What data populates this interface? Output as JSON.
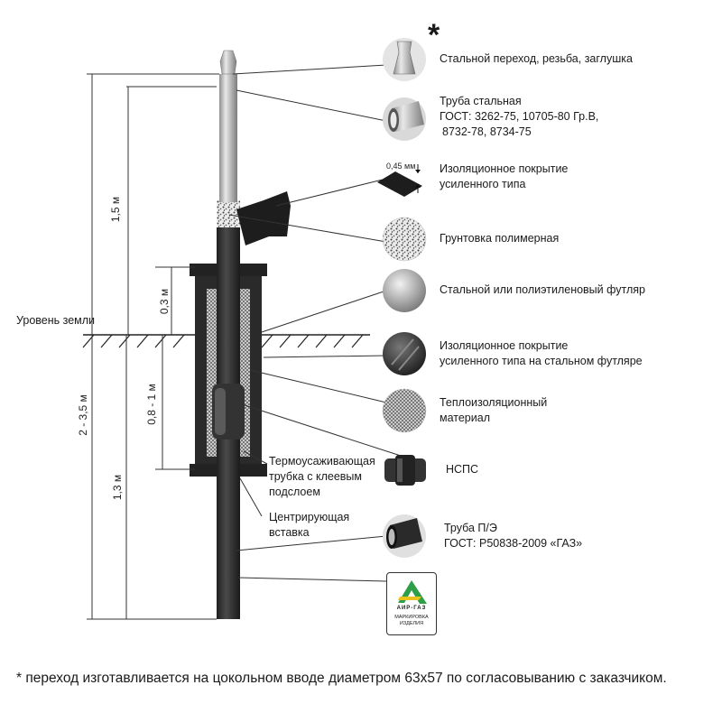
{
  "components": [
    {
      "id": "steel-transition",
      "lines": [
        "Стальной переход, резьба, заглушка"
      ]
    },
    {
      "id": "steel-pipe",
      "lines": [
        "Труба стальная",
        "ГОСТ: 3262-75, 10705-80 Гр.В,",
        "8732-78, 8734-75"
      ]
    },
    {
      "id": "insulation-coating",
      "lines": [
        "Изоляционное покрытие",
        "усиленного типа"
      ]
    },
    {
      "id": "polymer-primer",
      "lines": [
        "Грунтовка полимерная"
      ]
    },
    {
      "id": "casing",
      "lines": [
        "Стальной или полиэтиленовый футляр"
      ]
    },
    {
      "id": "casing-insulation",
      "lines": [
        "Изоляционное покрытие",
        "усиленного типа на стальном футляре"
      ]
    },
    {
      "id": "thermal-insulation",
      "lines": [
        "Теплоизоляционный",
        "материал"
      ]
    },
    {
      "id": "nsps",
      "lines": [
        "НСПС"
      ]
    },
    {
      "id": "pe-pipe",
      "lines": [
        "Труба П/Э",
        "ГОСТ: Р50838-2009 «ГАЗ»"
      ]
    }
  ],
  "thickness_label": "0,45 мм",
  "asterisk": "*",
  "ground_level_label": "Уровень земли",
  "dimensions": {
    "above_ground": "1,5 м",
    "casing_above": "0,3 м",
    "casing_below": "0,8 - 1 м",
    "total_depth": "2 - 3,5 м",
    "below_ground": "1,3 м"
  },
  "inner_labels": {
    "heat_shrink": [
      "Термоусаживающая",
      "трубка с клеевым",
      "подслоем"
    ],
    "centering": [
      "Центрирующая",
      "вставка"
    ]
  },
  "logo": {
    "brand": "АИР-ГАЗ",
    "caption_lines": [
      "МАРКИРОВКА",
      "ИЗДЕЛИЯ"
    ]
  },
  "footnote": "* переход изготавливается на цокольном вводе диаметром 63х57 по согласовыванию с заказчиком.",
  "colors": {
    "accent_green": "#2e9e48",
    "accent_yellow": "#e9c21c",
    "dark": "#262626",
    "steel": "#b8b8b8"
  }
}
